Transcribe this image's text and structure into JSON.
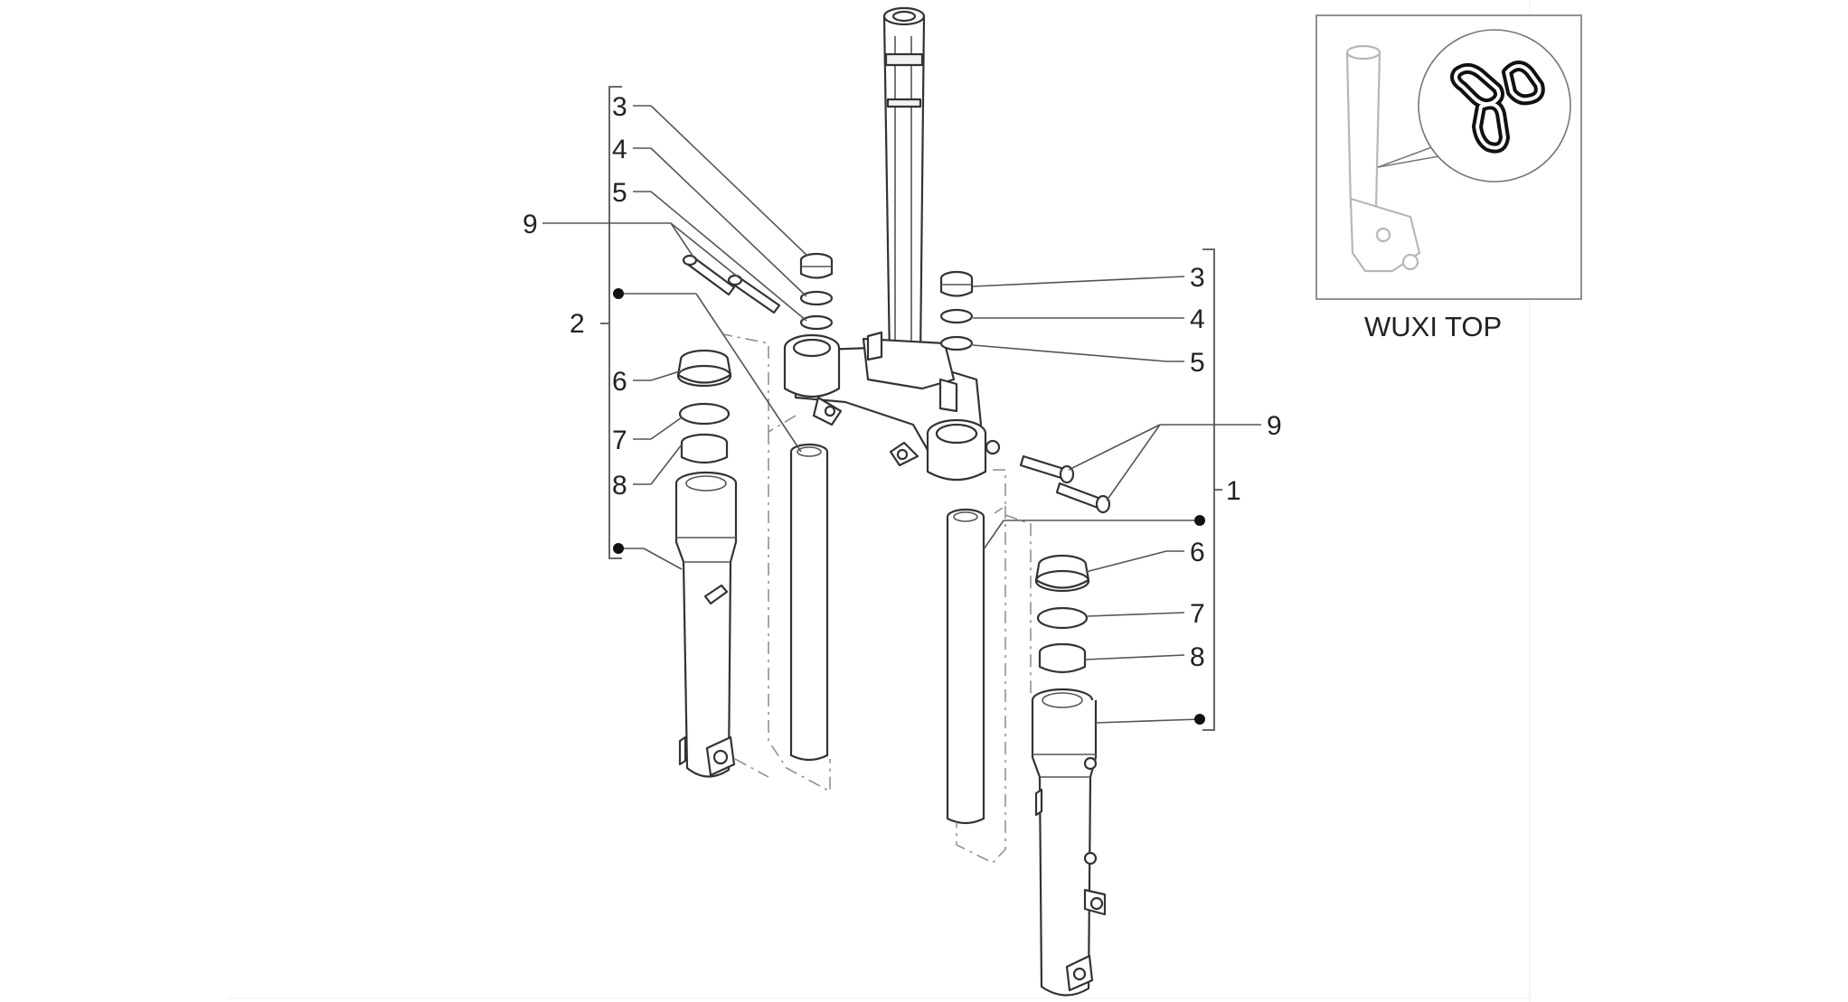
{
  "diagram": {
    "callouts": {
      "left_3": "3",
      "left_4": "4",
      "left_5": "5",
      "left_9": "9",
      "left_2": "2",
      "left_6": "6",
      "left_7": "7",
      "left_8": "8",
      "right_3": "3",
      "right_4": "4",
      "right_5": "5",
      "right_9": "9",
      "right_1": "1",
      "right_6": "6",
      "right_7": "7",
      "right_8": "8"
    },
    "inset": {
      "label": "WUXI TOP",
      "logo": "three-link-chain-logo"
    },
    "colors": {
      "line": "#333333",
      "leader": "#555555",
      "background": "#ffffff"
    }
  }
}
